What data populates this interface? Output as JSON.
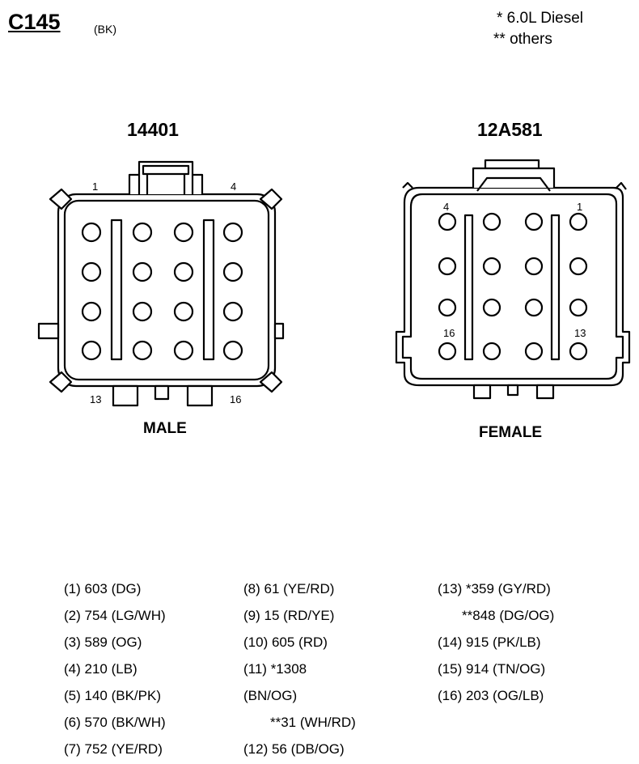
{
  "connector": {
    "id": "C145",
    "color_code": "(BK)"
  },
  "notes": [
    "* 6.0L Diesel",
    "** others"
  ],
  "male": {
    "part_number": "14401",
    "label": "MALE",
    "pin_labels": {
      "top_left": "1",
      "top_right": "4",
      "bottom_left": "13",
      "bottom_right": "16"
    }
  },
  "female": {
    "part_number": "12A581",
    "label": "FEMALE",
    "pin_labels": {
      "top_left": "4",
      "top_right": "1",
      "bottom_left": "16",
      "bottom_right": "13"
    }
  },
  "wiring": {
    "col1": [
      "(1) 603 (DG)",
      "(2) 754 (LG/WH)",
      "(3) 589 (OG)",
      "(4) 210 (LB)",
      "(5) 140 (BK/PK)",
      "(6) 570 (BK/WH)",
      "(7) 752 (YE/RD)"
    ],
    "col2": [
      "(8) 61 (YE/RD)",
      "(9) 15 (RD/YE)",
      "(10) 605 (RD)",
      "(11) *1308",
      "(BN/OG)",
      "**31 (WH/RD)",
      "(12) 56 (DB/OG)"
    ],
    "col3": [
      "(13) *359 (GY/RD)",
      "**848 (DG/OG)",
      "(14) 915 (PK/LB)",
      "(15) 914 (TN/OG)",
      "(16) 203 (OG/LB)"
    ]
  }
}
